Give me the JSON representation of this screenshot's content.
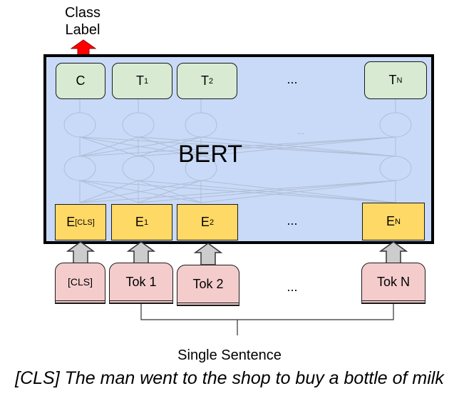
{
  "class_label": {
    "line1": "Class",
    "line2": "Label"
  },
  "model_name": "BERT",
  "outputs": [
    {
      "base": "C",
      "sub": ""
    },
    {
      "base": "T",
      "sub": "1"
    },
    {
      "base": "T",
      "sub": "2"
    },
    {
      "base": "T",
      "sub": "N"
    }
  ],
  "embeddings": [
    {
      "base": "E",
      "sub": "[CLS]"
    },
    {
      "base": "E",
      "sub": "1"
    },
    {
      "base": "E",
      "sub": "2"
    },
    {
      "base": "E",
      "sub": "N"
    }
  ],
  "tokens": [
    "[CLS]",
    "Tok 1",
    "Tok 2",
    "Tok N"
  ],
  "ellipsis": "...",
  "sentence_label": "Single Sentence",
  "sentence": "[CLS] The man went to the shop to buy a bottle of milk",
  "colors": {
    "output_box": "#d9ead3",
    "embedding_box": "#ffd966",
    "token_box": "#f4cccc",
    "bert_background": "#c9daf8",
    "class_arrow": "#ff0000"
  }
}
